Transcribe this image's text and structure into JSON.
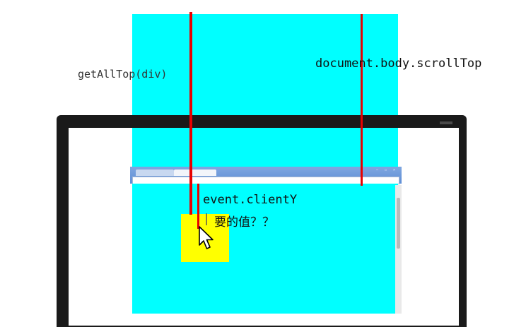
{
  "labels": {
    "get_all_top": "getAllTop(div)",
    "scroll_top": "document.body.scrollTop",
    "client_y": "event.clientY",
    "question": "要的值？？"
  },
  "browser": {
    "tabs": [
      "",
      ""
    ],
    "address": "",
    "window_buttons": "– ▫ ×"
  },
  "colors": {
    "page_background": "#00ffff",
    "div_fill": "#ffff00",
    "measure_line": "#e80000",
    "monitor_bezel": "#1a1a1a",
    "browser_chrome": "#5f8fd6"
  },
  "icons": {
    "cursor": "mouse-pointer-arrow"
  }
}
